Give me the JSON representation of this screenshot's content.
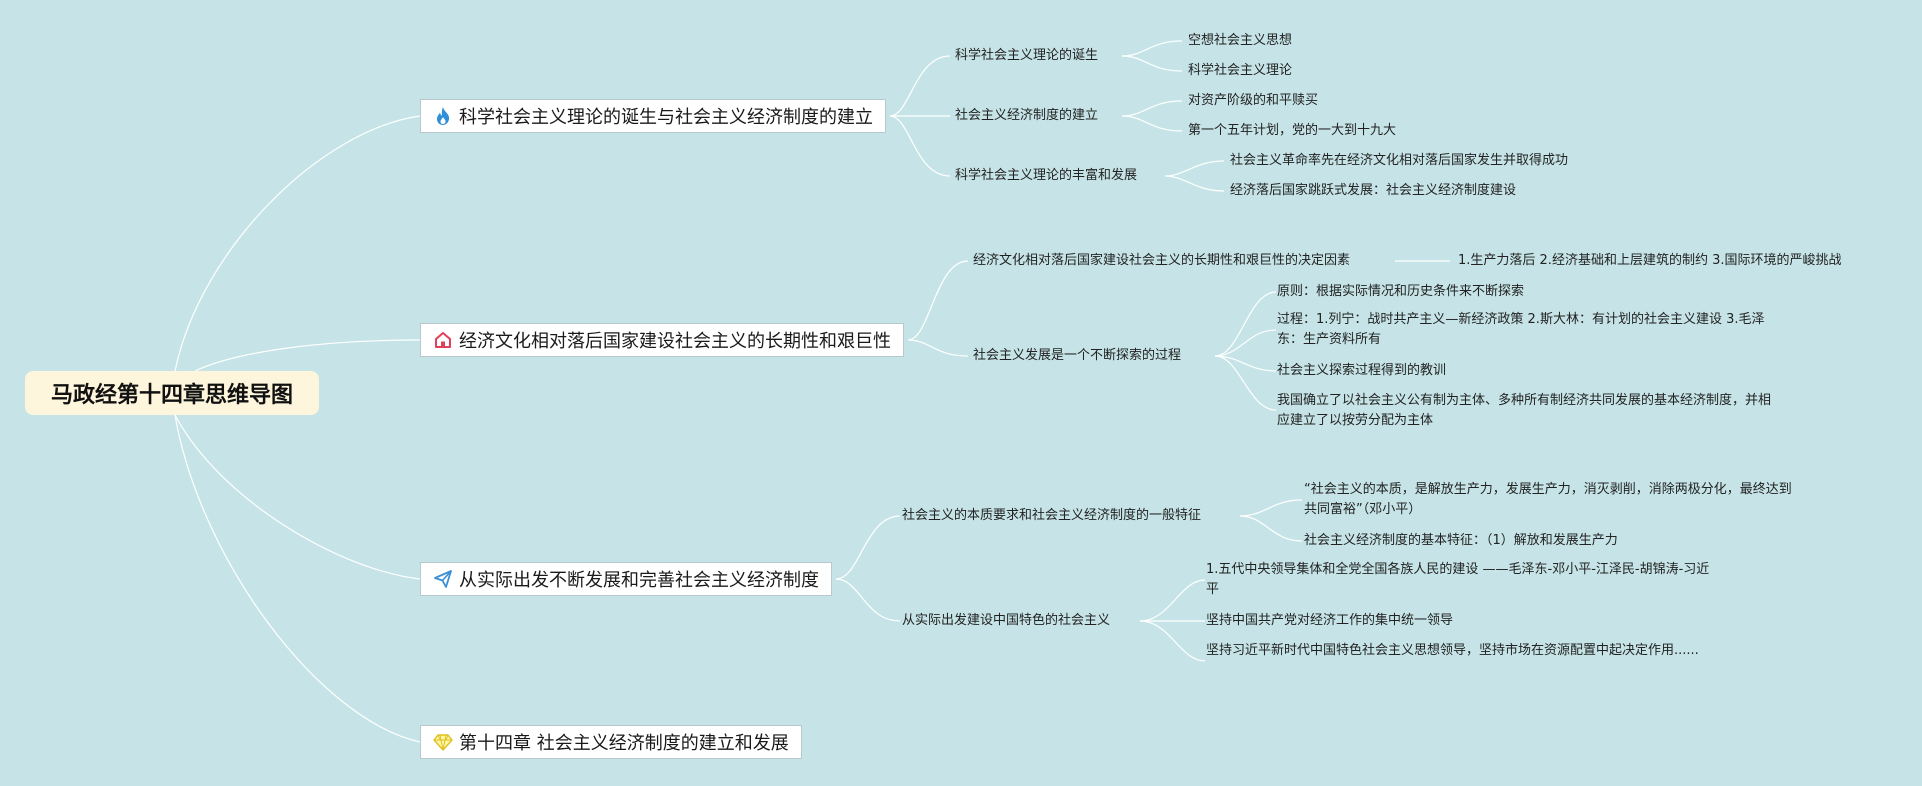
{
  "root": {
    "title": "马政经第十四章思维导图"
  },
  "branches": [
    {
      "title": "科学社会主义理论的诞生与社会主义经济制度的建立",
      "icon": "fire-icon",
      "children": [
        {
          "title": "科学社会主义理论的诞生",
          "children": [
            "空想社会主义思想",
            "科学社会主义理论"
          ]
        },
        {
          "title": "社会主义经济制度的建立",
          "children": [
            "对资产阶级的和平赎买",
            "第一个五年计划，党的一大到十九大"
          ]
        },
        {
          "title": "科学社会主义理论的丰富和发展",
          "children": [
            "社会主义革命率先在经济文化相对落后国家发生并取得成功",
            "经济落后国家跳跃式发展：社会主义经济制度建设"
          ]
        }
      ]
    },
    {
      "title": "经济文化相对落后国家建设社会主义的长期性和艰巨性",
      "icon": "house-icon",
      "children": [
        {
          "title": "经济文化相对落后国家建设社会主义的长期性和艰巨性的决定因素",
          "children": [
            "1.生产力落后 2.经济基础和上层建筑的制约 3.国际环境的严峻挑战"
          ]
        },
        {
          "title": "社会主义发展是一个不断探索的过程",
          "children": [
            "原则：根据实际情况和历史条件来不断探索",
            "过程：1.列宁：战时共产主义—新经济政策 2.斯大林：有计划的社会主义建设 3.毛泽东：生产资料所有",
            "社会主义探索过程得到的教训",
            "我国确立了以社会主义公有制为主体、多种所有制经济共同发展的基本经济制度，并相应建立了以按劳分配为主体"
          ]
        }
      ]
    },
    {
      "title": "从实际出发不断发展和完善社会主义经济制度",
      "icon": "paper-plane-icon",
      "children": [
        {
          "title": "社会主义的本质要求和社会主义经济制度的一般特征",
          "children": [
            "“社会主义的本质，是解放生产力，发展生产力，消灭剥削，消除两极分化，最终达到共同富裕”（邓小平）",
            "社会主义经济制度的基本特征：（1）解放和发展生产力"
          ]
        },
        {
          "title": "从实际出发建设中国特色的社会主义",
          "children": [
            "1.五代中央领导集体和全党全国各族人民的建设 ——毛泽东-邓小平-江泽民-胡锦涛-习近平",
            "坚持中国共产党对经济工作的集中统一领导",
            "坚持习近平新时代中国特色社会主义思想领导，坚持市场在资源配置中起决定作用......"
          ]
        }
      ]
    },
    {
      "title": "第十四章 社会主义经济制度的建立和发展",
      "icon": "diamond-icon",
      "children": []
    }
  ],
  "colors": {
    "background": "#c6e4e7",
    "root_fill": "#fdf5dc",
    "link": "#ffffff",
    "fire": "#2f8fd8",
    "house": "#e0405a",
    "plane": "#3a8fd6",
    "diamond": "#f0d020"
  }
}
